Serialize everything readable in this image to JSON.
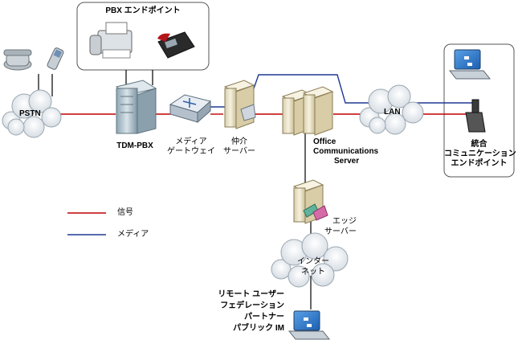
{
  "labels": {
    "pbx_endpoint_title": "PBX エンドポイント",
    "pstn": "PSTN",
    "tdm_pbx": "TDM-PBX",
    "media_gateway": [
      "メディア",
      "ゲートウェイ"
    ],
    "mediation_server": [
      "仲介",
      "サーバー"
    ],
    "ocs": [
      "Office",
      "Communications",
      "Server"
    ],
    "lan": "LAN",
    "unified_endpoint": [
      "統合",
      "コミュニケーション",
      "エンドポイント"
    ],
    "edge_server": [
      "エッジ",
      "サーバー"
    ],
    "internet": [
      "インター",
      "ネット"
    ],
    "remote_list": [
      "リモート ユーザー",
      "フェデレーション",
      "パートナー",
      "パブリック IM"
    ]
  },
  "legend": [
    {
      "label": "信号",
      "color": "#c00000"
    },
    {
      "label": "メディア",
      "color": "#1f3a93"
    }
  ],
  "colors": {
    "signal": "#c00000",
    "media": "#1f3a93",
    "cloud_fill": "#e9eef3",
    "server_fill": "#f1ead3",
    "pbx_fill": "#b8c9d2"
  }
}
